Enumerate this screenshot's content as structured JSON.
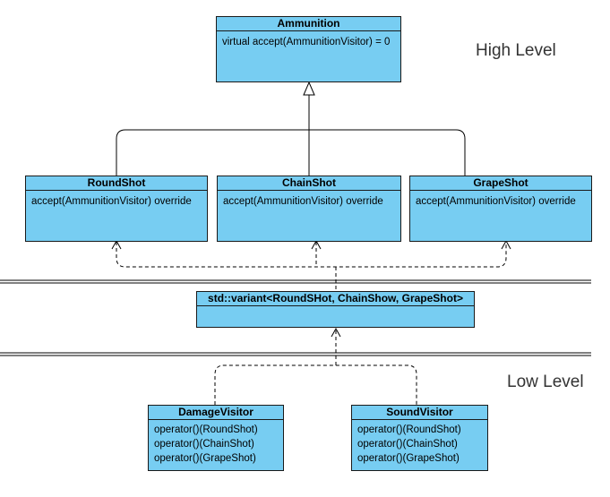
{
  "labels": {
    "high": "High Level",
    "low": "Low Level"
  },
  "classes": {
    "ammunition": {
      "name": "Ammunition",
      "members": [
        "virtual accept(AmmunitionVisitor) = 0"
      ]
    },
    "roundshot": {
      "name": "RoundShot",
      "members": [
        "accept(AmmunitionVisitor) override"
      ]
    },
    "chainshot": {
      "name": "ChainShot",
      "members": [
        "accept(AmmunitionVisitor) override"
      ]
    },
    "grapeshot": {
      "name": "GrapeShot",
      "members": [
        "accept(AmmunitionVisitor) override"
      ]
    },
    "variant": {
      "name": "std::variant<RoundSHot, ChainShow, GrapeShot>",
      "members": []
    },
    "damagevisitor": {
      "name": "DamageVisitor",
      "members": [
        "operator()(RoundShot)",
        "operator()(ChainShot)",
        "operator()(GrapeShot)"
      ]
    },
    "soundvisitor": {
      "name": "SoundVisitor",
      "members": [
        "operator()(RoundShot)",
        "operator()(ChainShot)",
        "operator()(GrapeShot)"
      ]
    }
  },
  "colors": {
    "class_fill": "#77cdf2",
    "border": "#1a1a1a"
  }
}
